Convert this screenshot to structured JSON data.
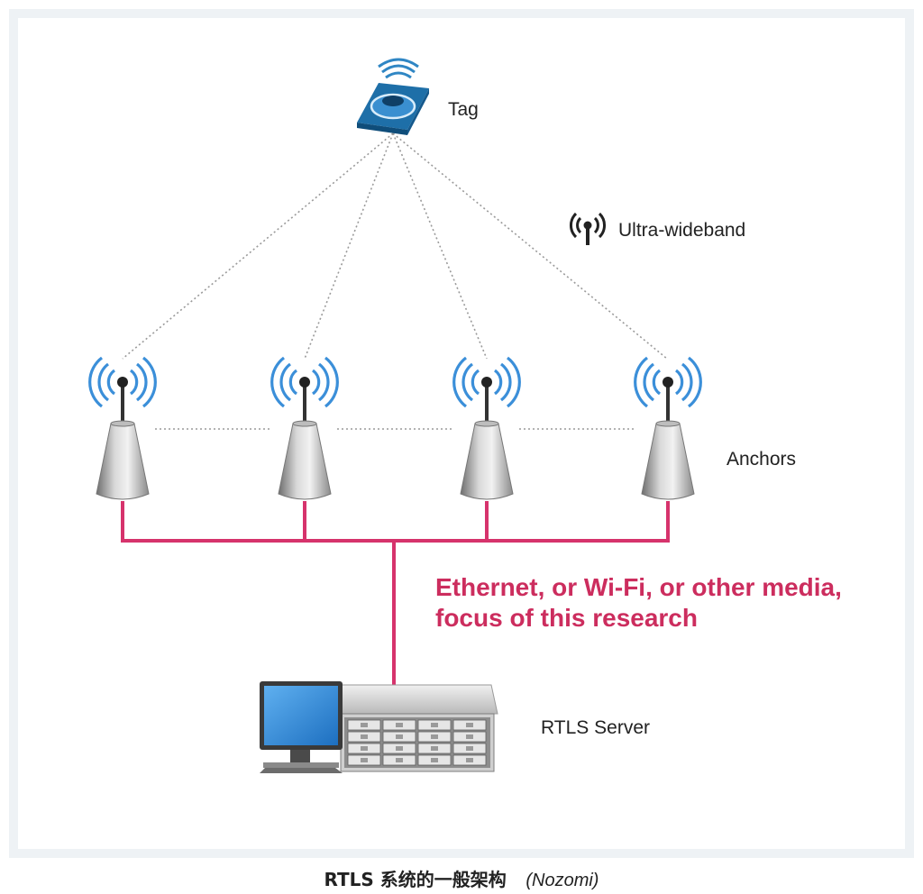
{
  "labels": {
    "tag": "Tag",
    "uwb": "Ultra-wideband",
    "anchors": "Anchors",
    "media_line1": "Ethernet, or Wi-Fi, or other media,",
    "media_line2": "focus of this research",
    "server": "RTLS Server"
  },
  "caption": {
    "main": "RTLS 系统的一般架构",
    "source": "(Nozomi)"
  },
  "anchors_count": 4,
  "icons": [
    "tag-icon",
    "wireless-signal-icon",
    "anchor-antenna-icon",
    "server-icon",
    "monitor-icon"
  ],
  "colors": {
    "link": "#d6336c",
    "media_text": "#cc2d5e",
    "wave": "#3b8fd9",
    "tag": "#1e6fa8"
  }
}
